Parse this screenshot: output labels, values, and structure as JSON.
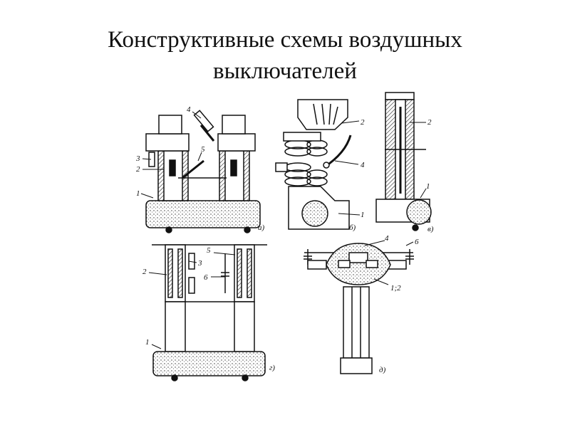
{
  "slide": {
    "title_line1": "Конструктивные схемы воздушных",
    "title_line2": "выключателей"
  },
  "figures": {
    "a": {
      "caption": "а)",
      "labels": [
        "4",
        "3",
        "2",
        "5",
        "1"
      ]
    },
    "b": {
      "caption": "б)",
      "labels": [
        "2",
        "4",
        "1"
      ]
    },
    "v": {
      "caption": "в)",
      "labels": [
        "2",
        "1"
      ]
    },
    "g": {
      "caption": "г)",
      "labels": [
        "5",
        "3",
        "2",
        "6",
        "1"
      ]
    },
    "d": {
      "caption": "д)",
      "labels": [
        "4",
        "6",
        "1;2"
      ]
    }
  },
  "colors": {
    "ink": "#111111",
    "stipple": "#444444",
    "paper": "#ffffff"
  }
}
